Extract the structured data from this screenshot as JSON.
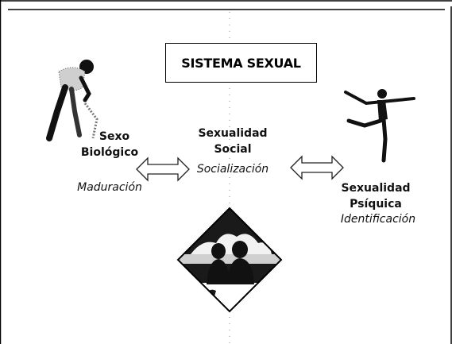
{
  "title": "SISTEMA SEXUAL",
  "left_node": {
    "line1": "Sexo",
    "line2": "Biológico",
    "process": "Maduración"
  },
  "center_node": {
    "line1": "Sexualidad",
    "line2": "Social",
    "process": "Socialización"
  },
  "right_node": {
    "line1": "Sexualidad",
    "line2": "Psíquica",
    "process": "Identificación"
  },
  "icons": {
    "left_figure": "person-bending-icon",
    "right_figure": "dancer-icon",
    "bottom_emblem": "people-diamond-icon"
  }
}
